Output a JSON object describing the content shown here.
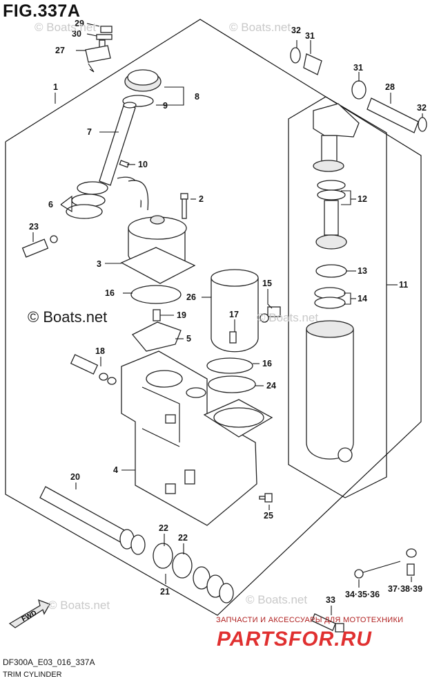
{
  "figure_title": "FIG.337A",
  "diagram_code": "DF300A_E03_016_337A",
  "caption": "TRIM CYLINDER",
  "watermark_main": "© Boats.net",
  "watermark_faint": "© Boats.net",
  "shop_tagline": "ЗАПЧАСТИ И АКСЕССУАРЫ ДЛЯ МОТОТЕХНИКИ",
  "shop_logo": "PARTSFOR.RU",
  "fwd_label": "FWD",
  "callouts": {
    "p1": "1",
    "p2": "2",
    "p3": "3",
    "p4": "4",
    "p5": "5",
    "p6": "6",
    "p7": "7",
    "p8": "8",
    "p9": "9",
    "p10": "10",
    "p11": "11",
    "p12": "12",
    "p13": "13",
    "p14": "14",
    "p15": "15",
    "p16a": "16",
    "p16b": "16",
    "p17": "17",
    "p18": "18",
    "p19": "19",
    "p20": "20",
    "p21": "21",
    "p22a": "22",
    "p22b": "22",
    "p23": "23",
    "p24": "24",
    "p25": "25",
    "p26": "26",
    "p27": "27",
    "p28": "28",
    "p29": "29",
    "p30": "30",
    "p31a": "31",
    "p31b": "31",
    "p32a": "32",
    "p32b": "32",
    "p33": "33",
    "p343536": "34·35·36",
    "p373839": "37·38·39"
  }
}
